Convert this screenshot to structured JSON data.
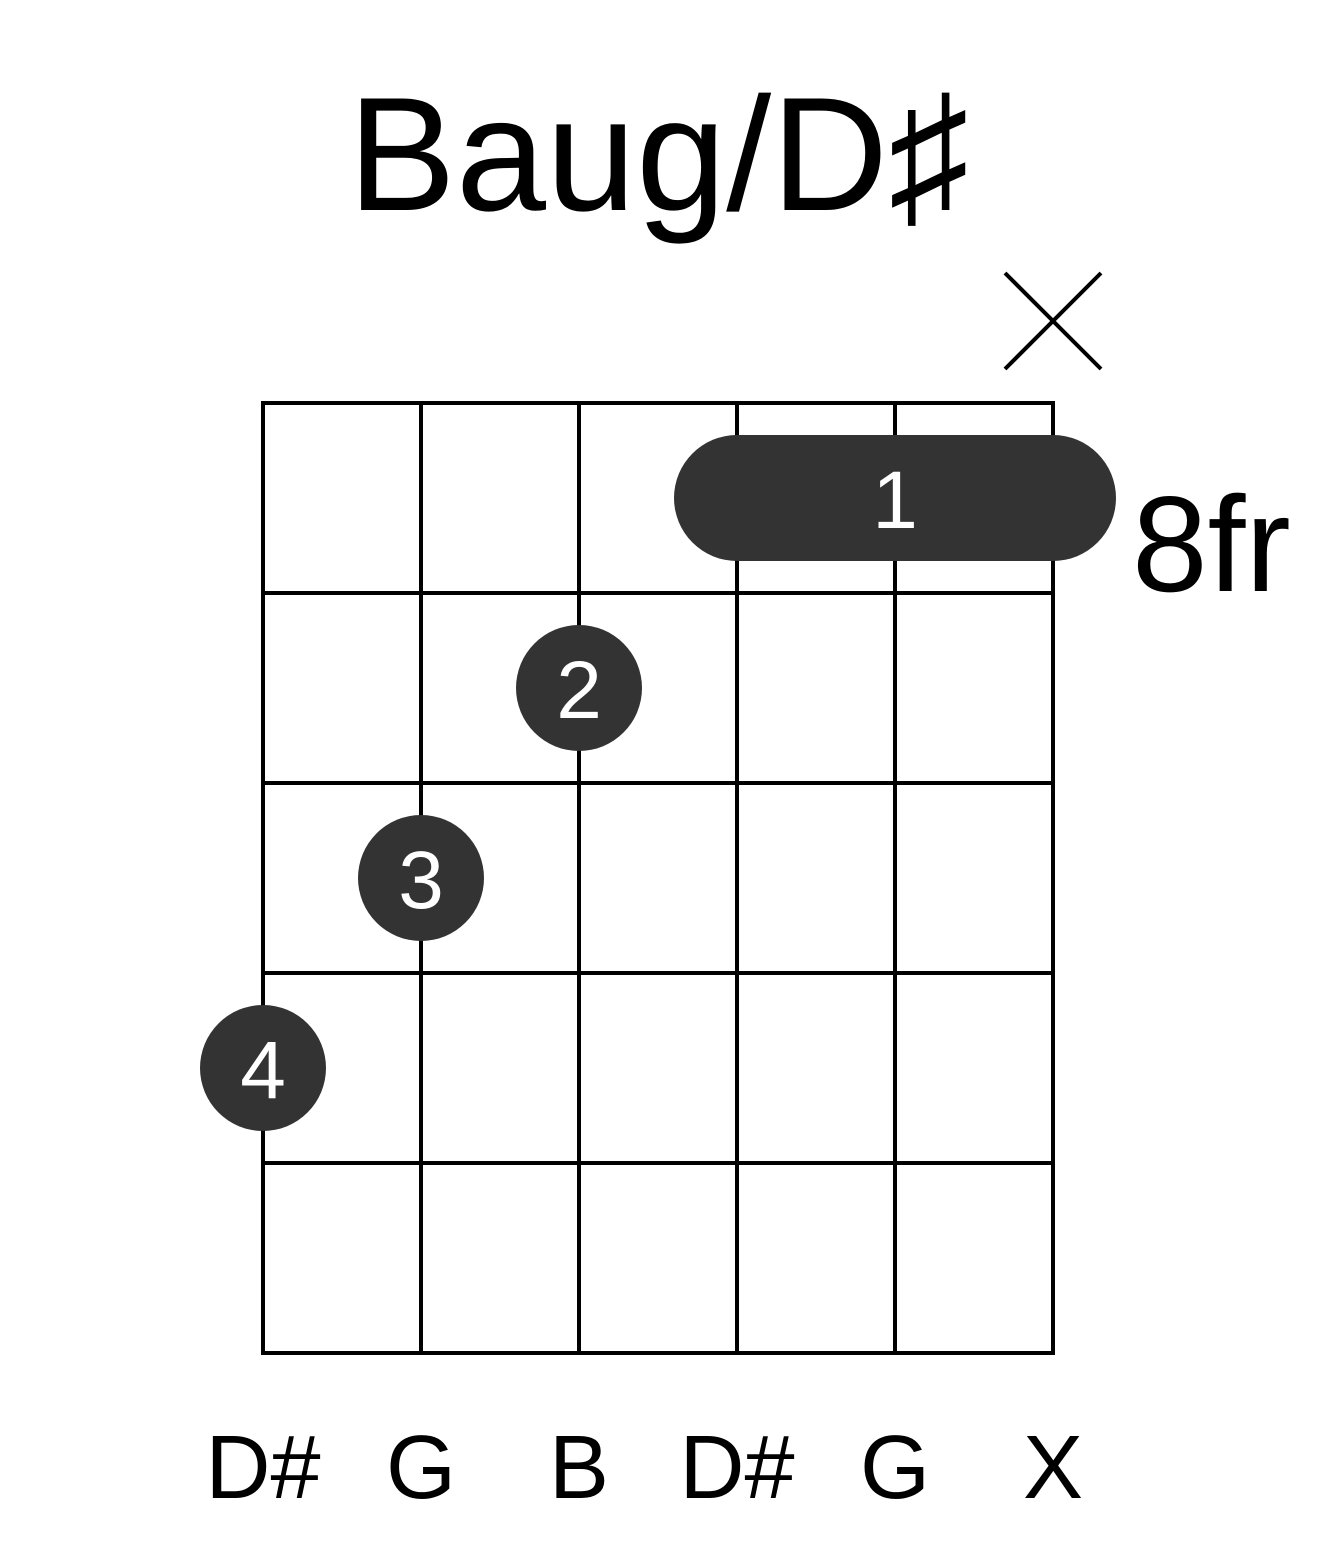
{
  "title": "Baug/D♯",
  "position_label": "8fr",
  "strings": [
    "D#",
    "G",
    "B",
    "D#",
    "G",
    "X"
  ],
  "muted_strings": [
    5
  ],
  "frets_shown": 5,
  "barre": {
    "finger": "1",
    "fret": 1,
    "from_string": 3,
    "to_string": 5
  },
  "fingers": [
    {
      "finger": "2",
      "string": 2,
      "fret": 2
    },
    {
      "finger": "3",
      "string": 1,
      "fret": 3
    },
    {
      "finger": "4",
      "string": 0,
      "fret": 4
    }
  ],
  "colors": {
    "dot": "#333333",
    "grid": "#000000",
    "text": "#000000",
    "dot_text": "#ffffff"
  }
}
